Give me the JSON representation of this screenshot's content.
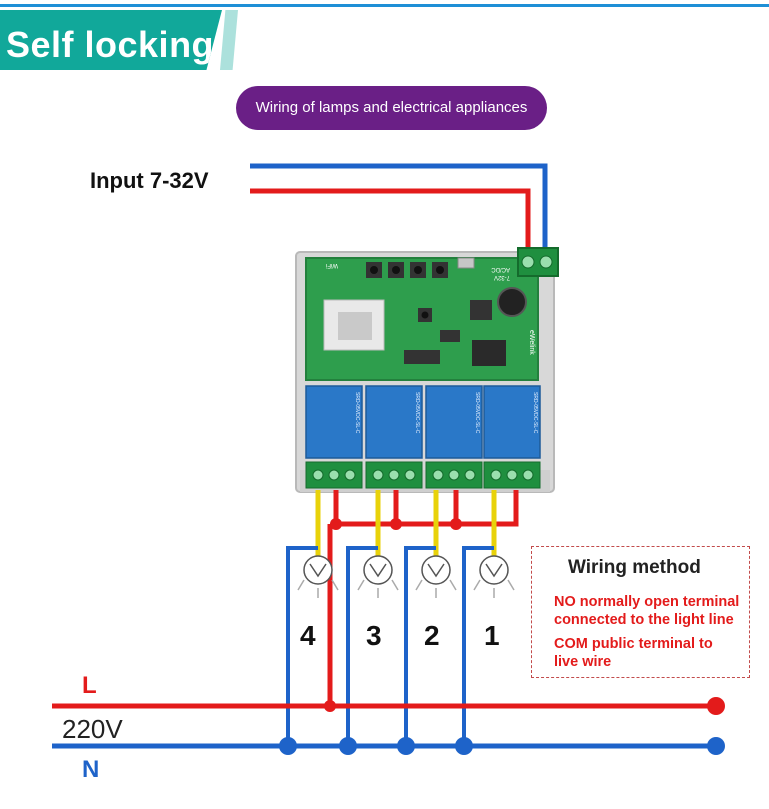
{
  "banner": {
    "title": "Self locking"
  },
  "subtitle": "Wiring of lamps and electrical appliances",
  "input_label": "Input 7-32V",
  "board_labels": {
    "wifi": "WiFi",
    "power": "AC/DC",
    "voltage": "7-32V",
    "brand": "eWelink",
    "relay_model": "SRD-05VDC-SL-C"
  },
  "lamps": [
    {
      "number": "4"
    },
    {
      "number": "3"
    },
    {
      "number": "2"
    },
    {
      "number": "1"
    }
  ],
  "lines": {
    "live": "L",
    "voltage": "220V",
    "neutral": "N"
  },
  "wiring_method": {
    "title": "Wiring method",
    "no_line1": "NO normally open terminal",
    "no_line2": "connected to the light line",
    "com_line1": "COM public terminal to",
    "com_line2": "live wire"
  },
  "colors": {
    "live": "#e31b1b",
    "neutral": "#1e63c9",
    "load": "#e8d20a",
    "banner": "#11a89a",
    "pill": "#6a1f86",
    "board": "#2e9e4d",
    "relay": "#2a78c8"
  }
}
